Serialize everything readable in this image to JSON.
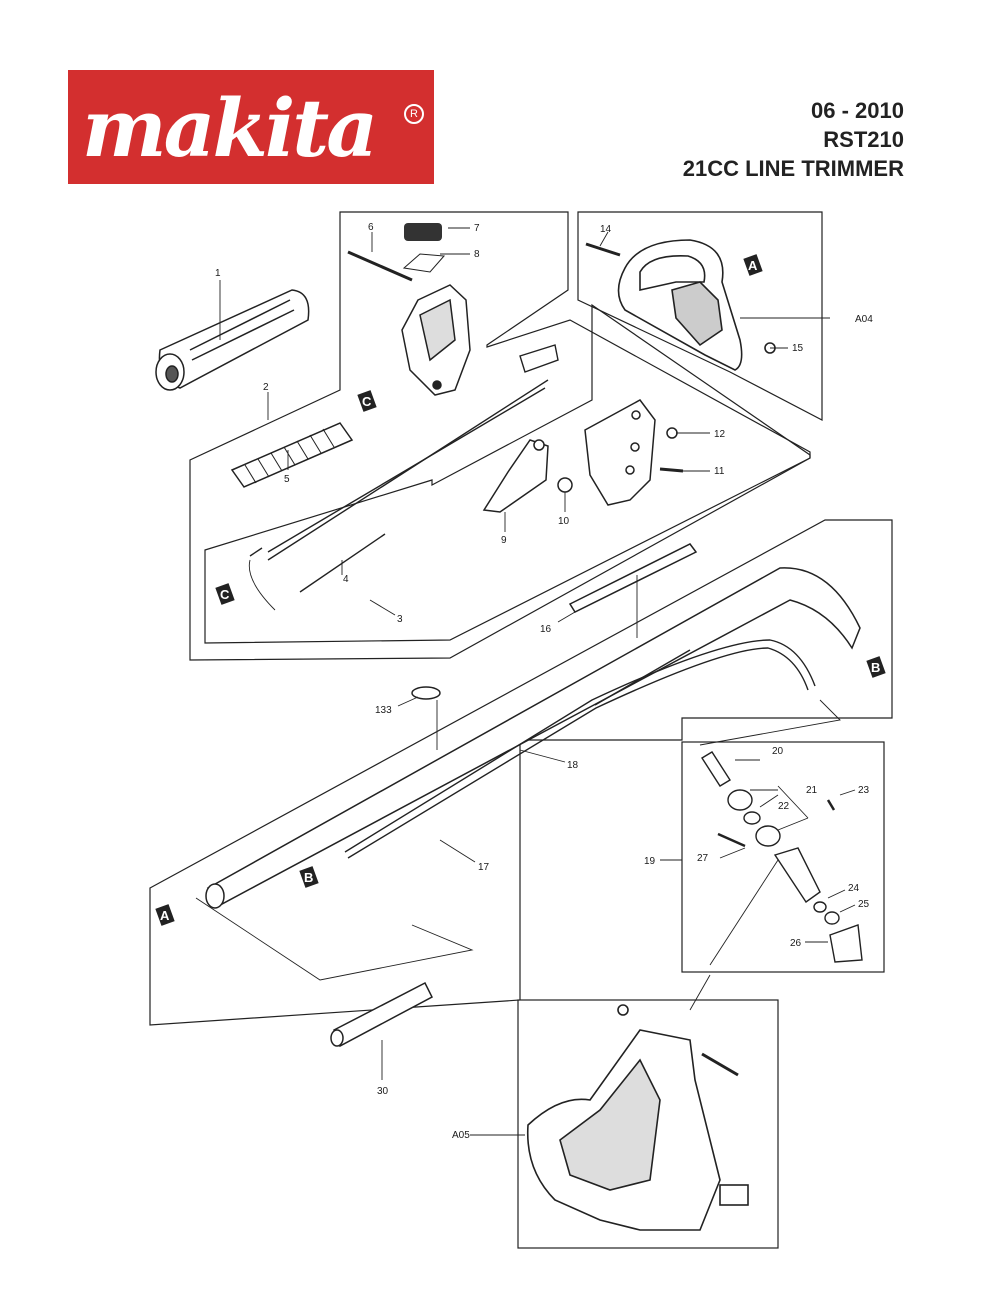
{
  "brand": {
    "logo_text": "makita",
    "registered_mark": "R",
    "brand_color": "#d32f2f"
  },
  "header": {
    "date": "06 - 2010",
    "model": "RST210",
    "product": "21CC LINE TRIMMER"
  },
  "parts": {
    "p1": "1",
    "p2": "2",
    "p3": "3",
    "p4": "4",
    "p5": "5",
    "p6": "6",
    "p7": "7",
    "p8": "8",
    "p9": "9",
    "p10": "10",
    "p11": "11",
    "p12": "12",
    "p14": "14",
    "p15": "15",
    "p16": "16",
    "p17": "17",
    "p18": "18",
    "p19": "19",
    "p20": "20",
    "p21": "21",
    "p22": "22",
    "p23": "23",
    "p24": "24",
    "p25": "25",
    "p26": "26",
    "p27": "27",
    "p30": "30",
    "p133": "133"
  },
  "assemblies": {
    "a04": "A04",
    "a05": "A05"
  },
  "markers": {
    "a": "A",
    "b": "B",
    "c": "C"
  }
}
